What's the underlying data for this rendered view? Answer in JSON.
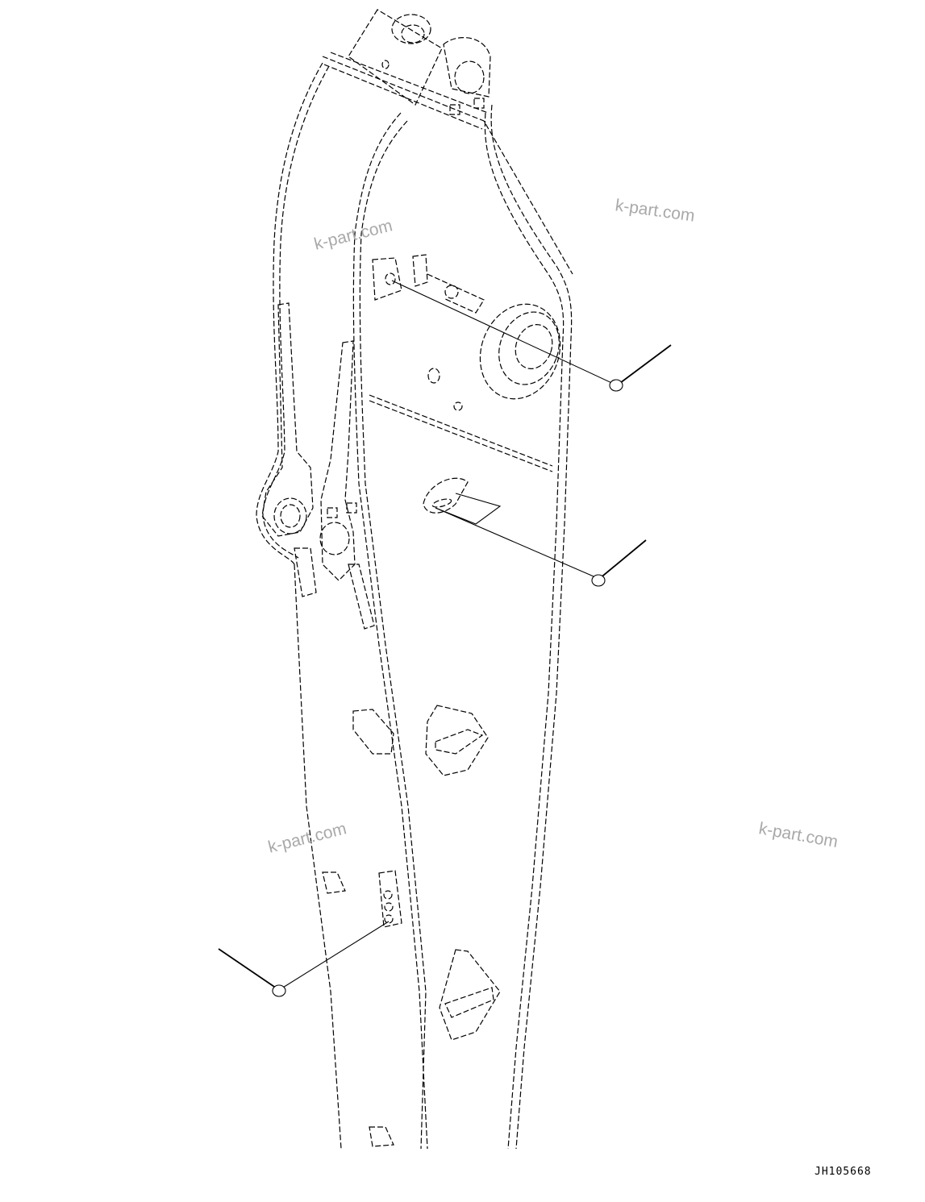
{
  "watermarks": [
    "k-part.com",
    "k-part.com",
    "k-part.com",
    "k-part.com"
  ],
  "drawing_id": "JH105668"
}
